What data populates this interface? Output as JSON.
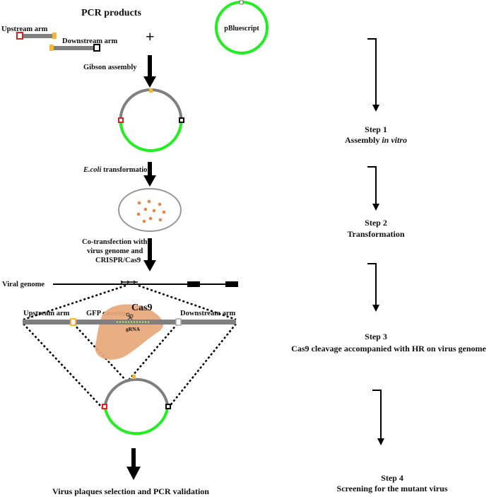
{
  "left_panel": {
    "pcr_title": "PCR products",
    "upstream_arm": "Upstream arm",
    "downstream_arm": "Downstream arm",
    "plus_sign": "+",
    "gibson": "Gibson assembly",
    "ecoli_italic": "E.coli",
    "ecoli_rest": " transformation",
    "cotransfection_lines": [
      "Co-transfection with",
      "virus genome and",
      "CRISPR/Cas9"
    ],
    "viral_genome": "Viral genome",
    "hr_upstream_arm": "Upstream arm",
    "gfp_cassette": "GFP cassette",
    "cas9": "Cas9",
    "grna": "gRNA",
    "hr_downstream_arm": "Downstream arm",
    "final": "Virus plaques selection and PCR validation"
  },
  "plasmid": {
    "label": "pBluescript"
  },
  "steps": [
    {
      "title": "Step 1",
      "desc_plain": "Assembly ",
      "desc_italic": "in vitro"
    },
    {
      "title": "Step 2",
      "desc_plain": "Transformation",
      "desc_italic": ""
    },
    {
      "title": "Step 3",
      "desc_plain": "Cas9 cleavage accompanied with HR on virus genome",
      "desc_italic": ""
    },
    {
      "title": "Step 4",
      "desc_plain": "Screening for the mutant virus",
      "desc_italic": ""
    }
  ],
  "colors": {
    "arm_gray": "#7f7f7f",
    "plasmid_green": "#22ee22",
    "junction_yellow": "#f5b82e",
    "marker_red": "#e02020",
    "cas9_fill": "#e8a77a",
    "colony_orange": "#e8864a"
  }
}
